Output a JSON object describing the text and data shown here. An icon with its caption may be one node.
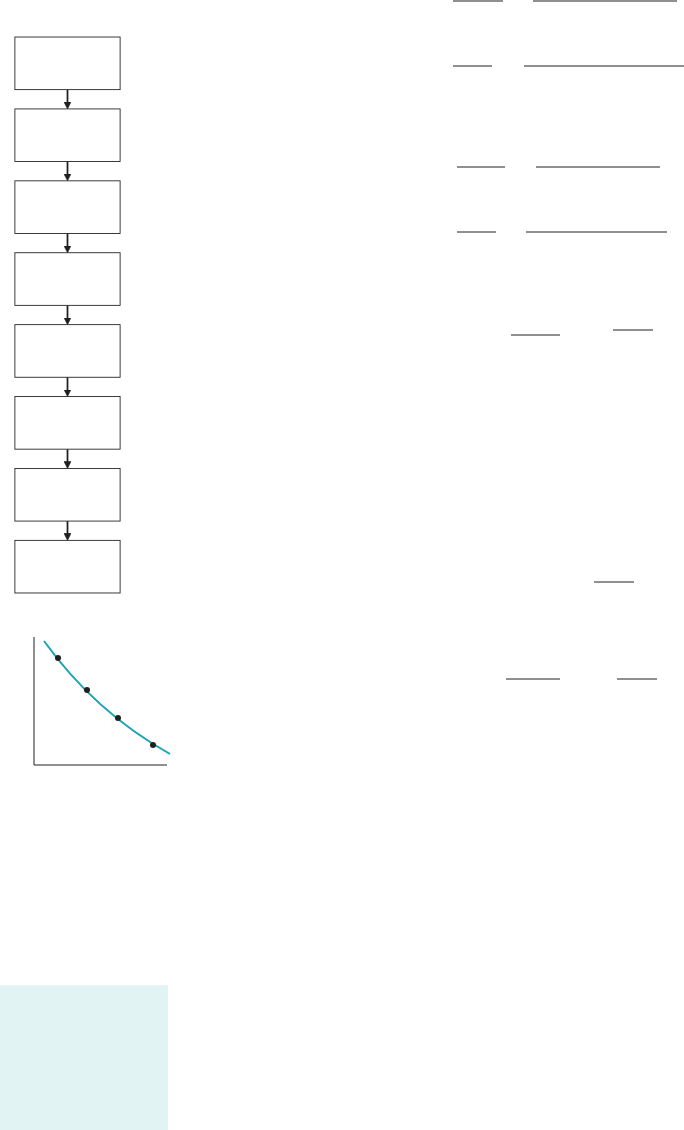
{
  "diagram": {
    "nodes": [
      {
        "text": [],
        "shape": "box"
      },
      {
        "text": [],
        "shape": "box"
      },
      {
        "text": [],
        "shape": "box"
      },
      {
        "text": [],
        "shape": "box"
      },
      {
        "text": [],
        "shape": "box"
      },
      {
        "text": [],
        "shape": "box"
      },
      {
        "text": [],
        "shape": "box"
      },
      {
        "text": [],
        "shape": "box"
      }
    ],
    "edges": [
      {
        "from": 0,
        "to": 1,
        "arrow": "to"
      },
      {
        "from": 1,
        "to": 2,
        "arrow": "to"
      },
      {
        "from": 2,
        "to": 3,
        "arrow": "to"
      },
      {
        "from": 3,
        "to": 4,
        "arrow": "to"
      },
      {
        "from": 4,
        "to": 5,
        "arrow": "to"
      },
      {
        "from": 5,
        "to": 6,
        "arrow": "to"
      },
      {
        "from": 6,
        "to": 7,
        "arrow": "to"
      }
    ]
  }
}
